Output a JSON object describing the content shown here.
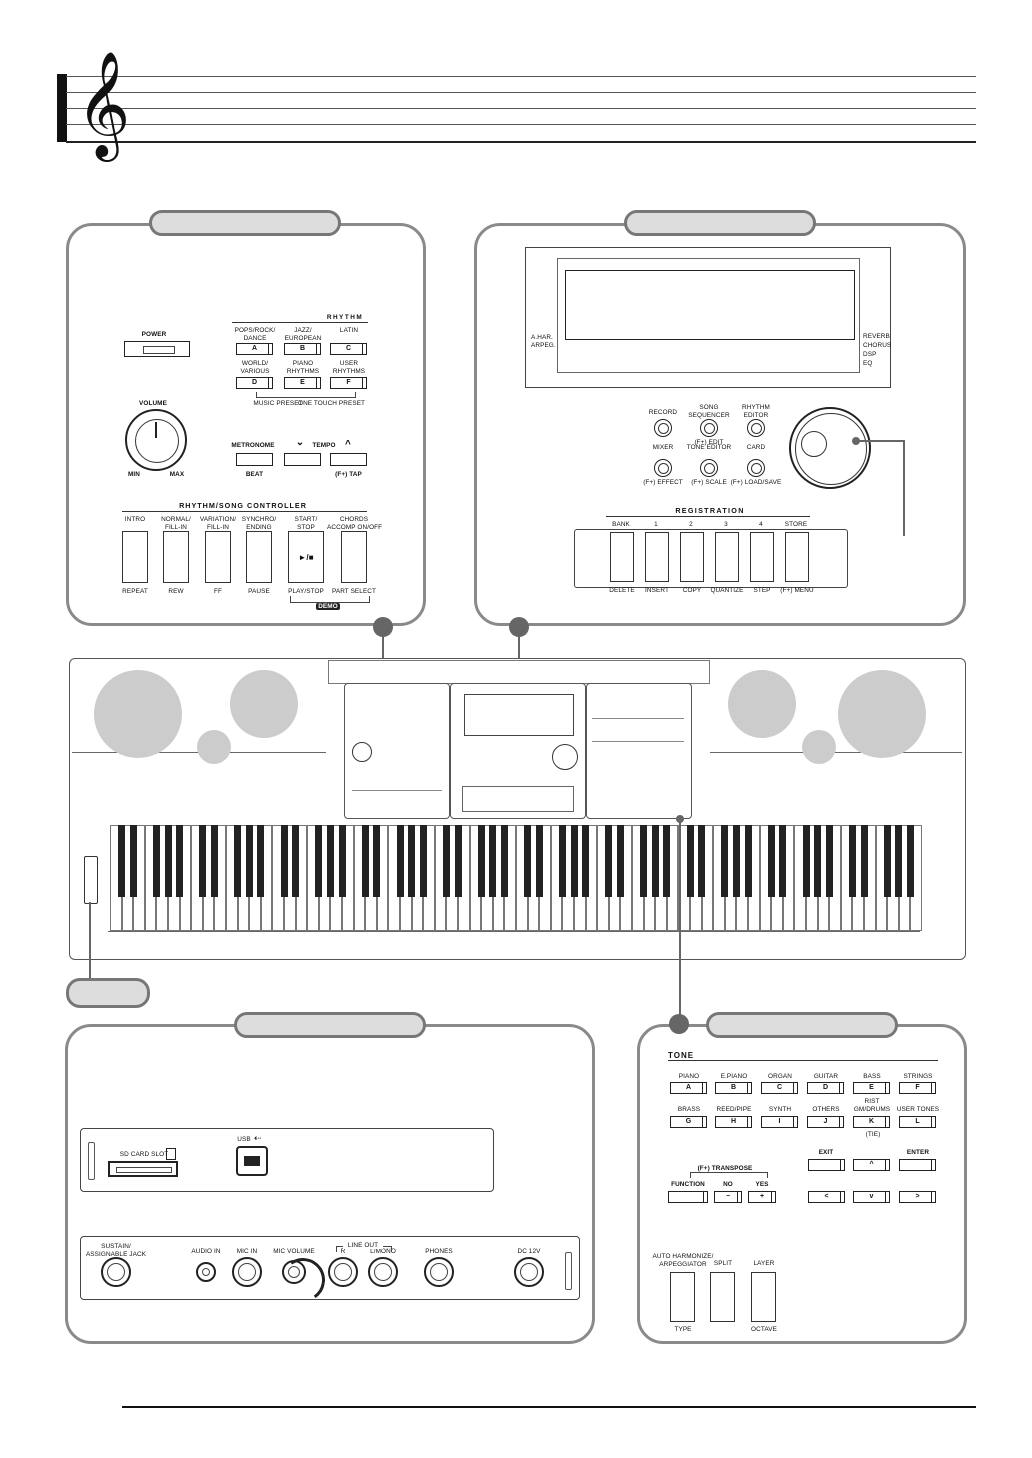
{
  "rhythm_panel": {
    "power": "POWER",
    "volume": "VOLUME",
    "min": "MIN",
    "max": "MAX",
    "section_title": "RHYTHM",
    "rhythm_buttons": [
      {
        "label": "POPS/ROCK/\nDANCE",
        "key": "A"
      },
      {
        "label": "JAZZ/\nEUROPEAN",
        "key": "B"
      },
      {
        "label": "LATIN",
        "key": "C"
      },
      {
        "label": "WORLD/\nVARIOUS",
        "key": "D"
      },
      {
        "label": "PIANO\nRHYTHMS",
        "key": "E"
      },
      {
        "label": "USER\nRHYTHMS",
        "key": "F"
      }
    ],
    "music_preset": "MUSIC PRESET",
    "one_touch_preset": "ONE TOUCH PRESET",
    "metronome": "METRONOME",
    "beat": "BEAT",
    "tempo": "TEMPO",
    "tap": "(F+) TAP",
    "controller_title": "RHYTHM/SONG CONTROLLER",
    "controller_buttons": [
      {
        "top": "INTRO",
        "bottom": "REPEAT"
      },
      {
        "top": "NORMAL/\nFILL-IN",
        "bottom": "REW"
      },
      {
        "top": "VARIATION/\nFILL-IN",
        "bottom": "FF"
      },
      {
        "top": "SYNCHRO/\nENDING",
        "bottom": "PAUSE"
      },
      {
        "top": "START/\nSTOP",
        "bottom": "PLAY/STOP"
      },
      {
        "top": "CHORDS\nACCOMP ON/OFF",
        "bottom": "PART SELECT"
      }
    ],
    "start_symbol": "►/■",
    "demo": "DEMO"
  },
  "display_panel": {
    "left_labels": "A.HAR.\nARPEG.",
    "right_labels": [
      "REVERB",
      "CHORUS",
      "DSP",
      "EQ"
    ],
    "buttons": [
      {
        "top": "RECORD",
        "bottom": ""
      },
      {
        "top": "SONG\nSEQUENCER",
        "bottom": "(F+) EDIT"
      },
      {
        "top": "RHYTHM\nEDITOR",
        "bottom": ""
      },
      {
        "top": "MIXER",
        "bottom": "(F+) EFFECT"
      },
      {
        "top": "TONE EDITOR",
        "bottom": "(F+) SCALE"
      },
      {
        "top": "CARD",
        "bottom": "(F+) LOAD/SAVE"
      }
    ],
    "registration_title": "REGISTRATION",
    "reg_buttons": [
      {
        "top": "BANK",
        "bottom": "DELETE"
      },
      {
        "top": "1",
        "bottom": "INSERT"
      },
      {
        "top": "2",
        "bottom": "COPY"
      },
      {
        "top": "3",
        "bottom": "QUANTIZE"
      },
      {
        "top": "4",
        "bottom": "STEP"
      },
      {
        "top": "STORE",
        "bottom": "(F+) MENU"
      }
    ]
  },
  "terminals_panel": {
    "sd_card_slot": "SD CARD SLOT",
    "usb": "USB",
    "jacks": [
      {
        "label": "SUSTAIN/\nASSIGNABLE JACK"
      },
      {
        "label": "AUDIO IN"
      },
      {
        "label": "MIC IN"
      },
      {
        "label": "MIC VOLUME"
      },
      {
        "label": "R"
      },
      {
        "label": "L/MONO"
      },
      {
        "label": "PHONES"
      },
      {
        "label": "DC 12V"
      }
    ],
    "line_out": "LINE OUT"
  },
  "tone_panel": {
    "title": "TONE",
    "row1": [
      {
        "label": "PIANO",
        "key": "A"
      },
      {
        "label": "E.PIANO",
        "key": "B"
      },
      {
        "label": "ORGAN",
        "key": "C"
      },
      {
        "label": "GUITAR",
        "key": "D"
      },
      {
        "label": "BASS",
        "key": "E"
      },
      {
        "label": "STRINGS",
        "key": "F"
      }
    ],
    "row2": [
      {
        "label": "BRASS",
        "key": "G"
      },
      {
        "label": "REED/PIPE",
        "key": "H"
      },
      {
        "label": "SYNTH",
        "key": "I"
      },
      {
        "label": "OTHERS",
        "key": "J"
      },
      {
        "label": "GM/DRUMS",
        "key": "K"
      },
      {
        "label": "USER TONES",
        "key": "L"
      }
    ],
    "rist": "RIST",
    "tie": "(TIE)",
    "transpose": "(F+) TRANSPOSE",
    "function": "FUNCTION",
    "no": "NO",
    "yes": "YES",
    "minus": "−",
    "plus": "+",
    "exit": "EXIT",
    "enter": "ENTER",
    "up": "^",
    "left": "<",
    "down": "v",
    "right": ">",
    "bottom_buttons": [
      {
        "top": "AUTO HARMONIZE/\nARPEGGIATOR",
        "bottom": "TYPE"
      },
      {
        "top": "SPLIT",
        "bottom": ""
      },
      {
        "top": "LAYER",
        "bottom": "OCTAVE"
      }
    ]
  }
}
